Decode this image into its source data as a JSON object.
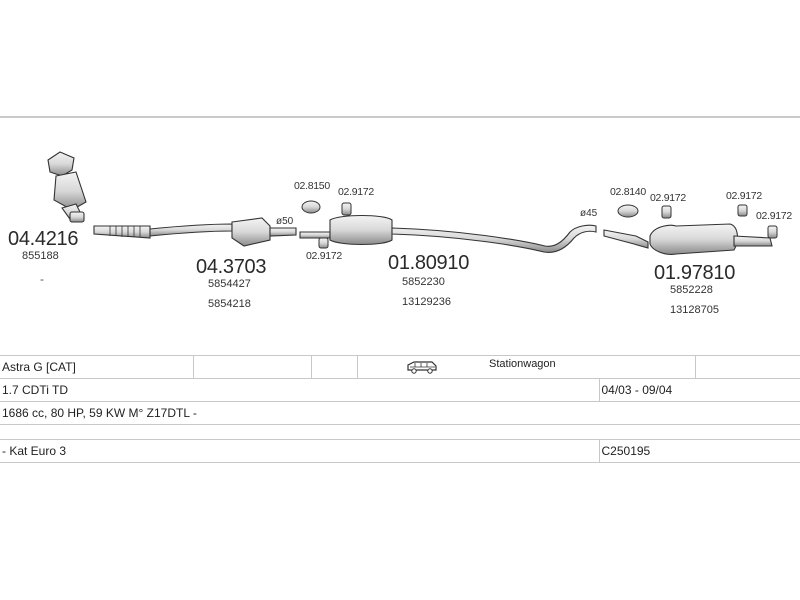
{
  "parts": {
    "catalyst": {
      "number": "04.4216",
      "oem": [
        "855188"
      ],
      "note": "-"
    },
    "front_cat": {
      "number": "04.3703",
      "oem": [
        "5854427",
        "5854218"
      ]
    },
    "middle_silencer": {
      "number": "01.80910",
      "oem": [
        "5852230",
        "13129236"
      ]
    },
    "rear_silencer": {
      "number": "01.97810",
      "oem": [
        "5852228",
        "13128705"
      ]
    },
    "clamp_front": {
      "number": "02.8150"
    },
    "hanger_front_top": {
      "number": "02.9172"
    },
    "hanger_front_bottom": {
      "number": "02.9172"
    },
    "clamp_rear": {
      "number": "02.8140"
    },
    "hanger_rear_1": {
      "number": "02.9172"
    },
    "hanger_rear_2": {
      "number": "02.9172"
    },
    "hanger_rear_3": {
      "number": "02.9172"
    },
    "diameter_front": "ø50",
    "diameter_rear": "ø45"
  },
  "vehicle": {
    "model": "Astra G  [CAT]",
    "body_icon": "van-icon",
    "body_type": "Stationwagon",
    "engine": "1.7 CDTi TD",
    "years": "04/03 - 09/04",
    "spec": "1686 cc, 80 HP, 59 KW M° Z17DTL -",
    "emission": "- Kat Euro 3",
    "code": "C250195"
  },
  "colors": {
    "line": "#c8c8c8",
    "part_stroke": "#333333",
    "part_fill": "#e6e6e6"
  }
}
